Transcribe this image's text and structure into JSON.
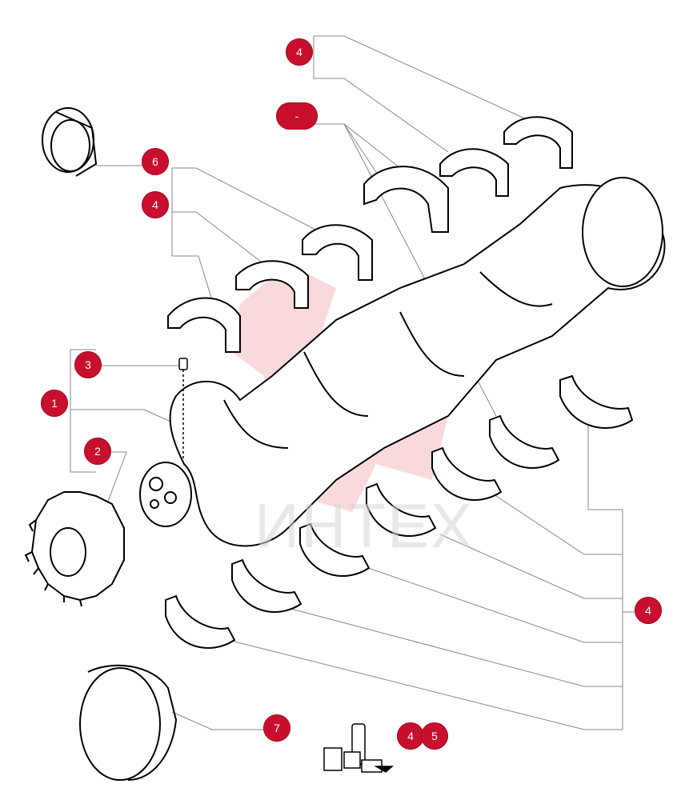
{
  "callouts": {
    "c4_top": "4",
    "c_dash": "-",
    "c6": "6",
    "c4_left": "4",
    "c3": "3",
    "c1": "1",
    "c2": "2",
    "c4_right": "4",
    "c7": "7",
    "c4_bottom": "4",
    "c5_bottom": "5"
  },
  "watermark": {
    "text": "ИНТЕХ"
  },
  "colors": {
    "callout": "#c8102e",
    "line": "#000000",
    "leader": "#888888",
    "watermark": "#e8a0a8"
  }
}
